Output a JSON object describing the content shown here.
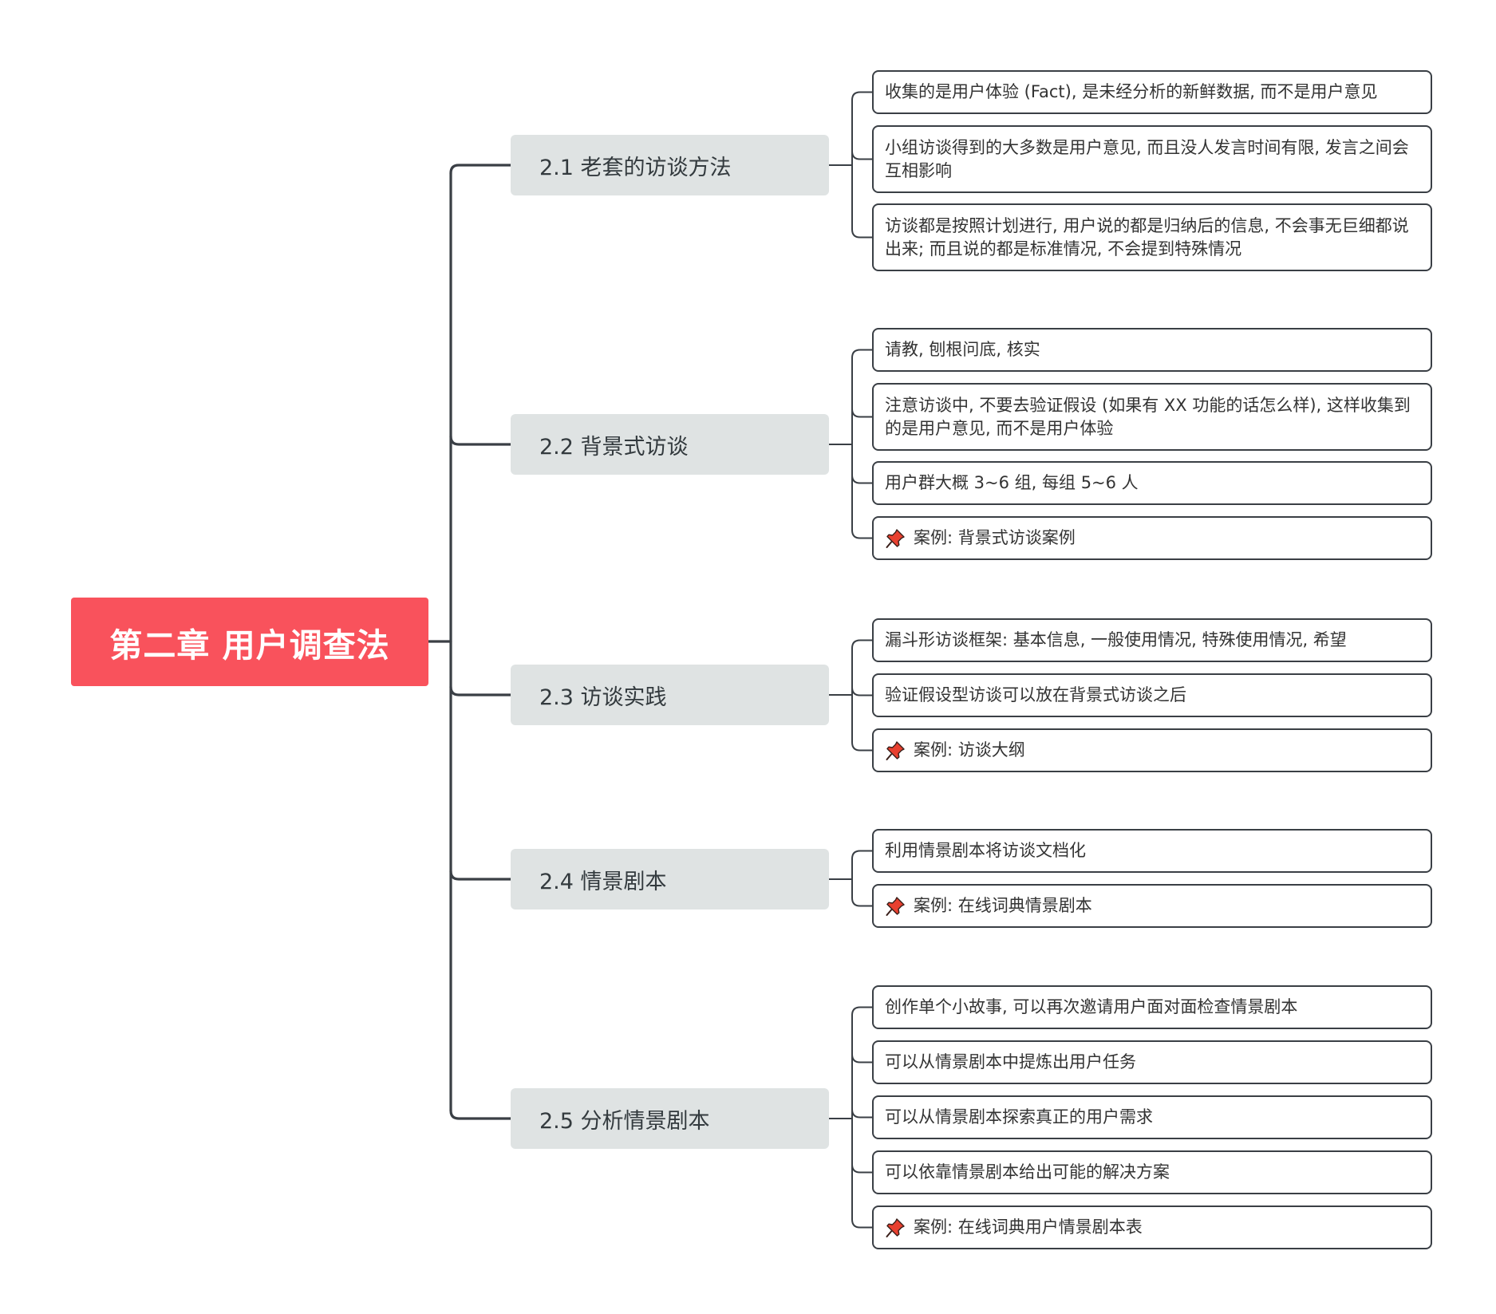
{
  "root": {
    "title": "第二章 用户调查法"
  },
  "topics": [
    {
      "label": "2.1 老套的访谈方法",
      "items": [
        {
          "text": "收集的是用户体验 (Fact), 是未经分析的新鲜数据, 而不是用户意见",
          "pinned": false
        },
        {
          "text": "小组访谈得到的大多数是用户意见, 而且没人发言时间有限, 发言之间会互相影响",
          "pinned": false
        },
        {
          "text": "访谈都是按照计划进行, 用户说的都是归纳后的信息, 不会事无巨细都说出来; 而且说的都是标准情况, 不会提到特殊情况",
          "pinned": false
        }
      ]
    },
    {
      "label": "2.2 背景式访谈",
      "items": [
        {
          "text": "请教, 刨根问底, 核实",
          "pinned": false
        },
        {
          "text": "注意访谈中, 不要去验证假设 (如果有 XX 功能的话怎么样), 这样收集到的是用户意见, 而不是用户体验",
          "pinned": false
        },
        {
          "text": "用户群大概 3~6 组, 每组 5~6 人",
          "pinned": false
        },
        {
          "text": "案例: 背景式访谈案例",
          "pinned": true
        }
      ]
    },
    {
      "label": "2.3 访谈实践",
      "items": [
        {
          "text": "漏斗形访谈框架: 基本信息, 一般使用情况, 特殊使用情况, 希望",
          "pinned": false
        },
        {
          "text": "验证假设型访谈可以放在背景式访谈之后",
          "pinned": false
        },
        {
          "text": "案例: 访谈大纲",
          "pinned": true
        }
      ]
    },
    {
      "label": "2.4 情景剧本",
      "items": [
        {
          "text": "利用情景剧本将访谈文档化",
          "pinned": false
        },
        {
          "text": "案例: 在线词典情景剧本",
          "pinned": true
        }
      ]
    },
    {
      "label": "2.5 分析情景剧本",
      "items": [
        {
          "text": "创作单个小故事, 可以再次邀请用户面对面检查情景剧本",
          "pinned": false
        },
        {
          "text": "可以从情景剧本中提炼出用户任务",
          "pinned": false
        },
        {
          "text": "可以从情景剧本探索真正的用户需求",
          "pinned": false
        },
        {
          "text": "可以依靠情景剧本给出可能的解决方案",
          "pinned": false
        },
        {
          "text": "案例: 在线词典用户情景剧本表",
          "pinned": true
        }
      ]
    }
  ],
  "colors": {
    "root_fill": "#f9525c",
    "topic_fill": "#dfe3e3",
    "line": "#3a3f45",
    "pin": "#e8402f"
  },
  "icons": {
    "pinned_item": "pushpin-icon"
  }
}
